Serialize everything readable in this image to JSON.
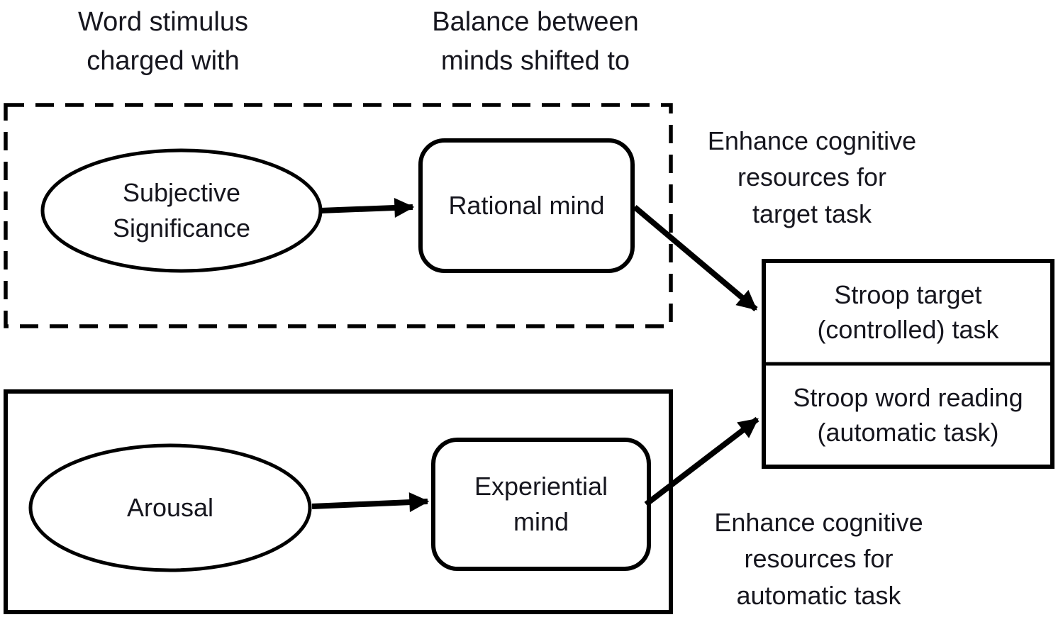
{
  "colors": {
    "ink": "#16161e",
    "line": "#000000",
    "background": "#ffffff"
  },
  "headers": {
    "stimulus_column": "Word stimulus\ncharged with",
    "minds_column": "Balance between\nminds shifted to"
  },
  "significance_pathway": {
    "stimulus": "Subjective\nSignificance",
    "mind": "Rational mind",
    "effect": "Enhance cognitive\nresources for\ntarget task"
  },
  "arousal_pathway": {
    "stimulus": "Arousal",
    "mind": "Experiential\nmind",
    "effect": "Enhance cognitive\nresources for\nautomatic task"
  },
  "stroop_tasks": {
    "controlled": "Stroop target\n(controlled) task",
    "automatic": "Stroop word reading\n(automatic task)"
  }
}
